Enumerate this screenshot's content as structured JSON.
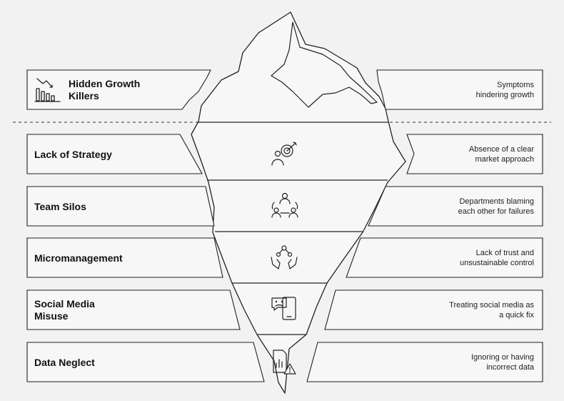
{
  "header": {
    "title_lines": [
      "Hidden Growth",
      "Killers"
    ],
    "description_lines": [
      "Symptoms",
      "hindering growth"
    ],
    "icon": "declining-bar-chart-icon"
  },
  "layers": [
    {
      "label_lines": [
        "Lack of Strategy"
      ],
      "description_lines": [
        "Absence of a clear",
        "market approach"
      ],
      "icon": "target-person-icon"
    },
    {
      "label_lines": [
        "Team Silos"
      ],
      "description_lines": [
        "Departments blaming",
        "each other for failures"
      ],
      "icon": "team-group-icon"
    },
    {
      "label_lines": [
        "Micromanagement"
      ],
      "description_lines": [
        "Lack of trust and",
        "unsustainable control"
      ],
      "icon": "hands-control-icon"
    },
    {
      "label_lines": [
        "Social Media",
        "Misuse"
      ],
      "description_lines": [
        "Treating social media as",
        "a quick fix"
      ],
      "icon": "phone-sad-chat-icon"
    },
    {
      "label_lines": [
        "Data Neglect"
      ],
      "description_lines": [
        "Ignoring or having",
        "incorrect data"
      ],
      "icon": "document-warning-icon"
    }
  ],
  "colors": {
    "background": "#f2f2f2",
    "stroke": "#222222",
    "fill": "#f7f7f7"
  }
}
